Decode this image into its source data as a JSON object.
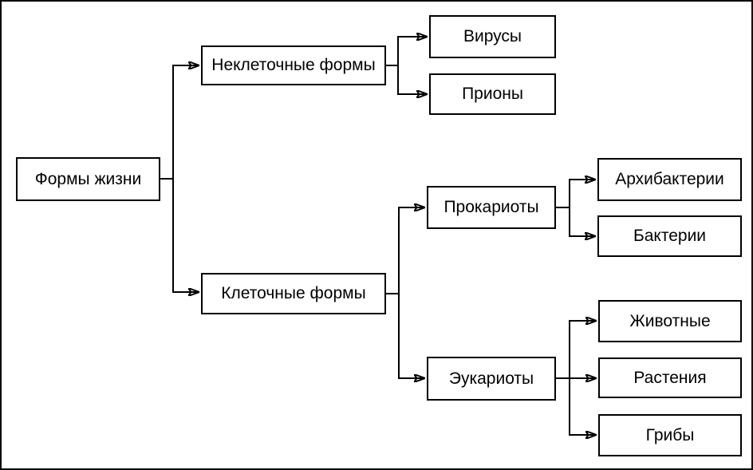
{
  "nodes": {
    "life_forms": {
      "label": "Формы жизни"
    },
    "noncellular": {
      "label": "Неклеточные формы"
    },
    "viruses": {
      "label": "Вирусы"
    },
    "prions": {
      "label": "Прионы"
    },
    "cellular": {
      "label": "Клеточные формы"
    },
    "prokaryotes": {
      "label": "Прокариоты"
    },
    "archaebacteria": {
      "label": "Архибактерии"
    },
    "bacteria": {
      "label": "Бактерии"
    },
    "eukaryotes": {
      "label": "Эукариоты"
    },
    "animals": {
      "label": "Животные"
    },
    "plants": {
      "label": "Растения"
    },
    "fungi": {
      "label": "Грибы"
    }
  },
  "hierarchy": {
    "Формы жизни": {
      "Неклеточные формы": [
        "Вирусы",
        "Прионы"
      ],
      "Клеточные формы": {
        "Прокариоты": [
          "Архибактерии",
          "Бактерии"
        ],
        "Эукариоты": [
          "Животные",
          "Растения",
          "Грибы"
        ]
      }
    }
  },
  "colors": {
    "line": "#000000",
    "box_border": "#000000",
    "box_fill": "#ffffff",
    "text": "#000000",
    "background": "#ffffff"
  }
}
